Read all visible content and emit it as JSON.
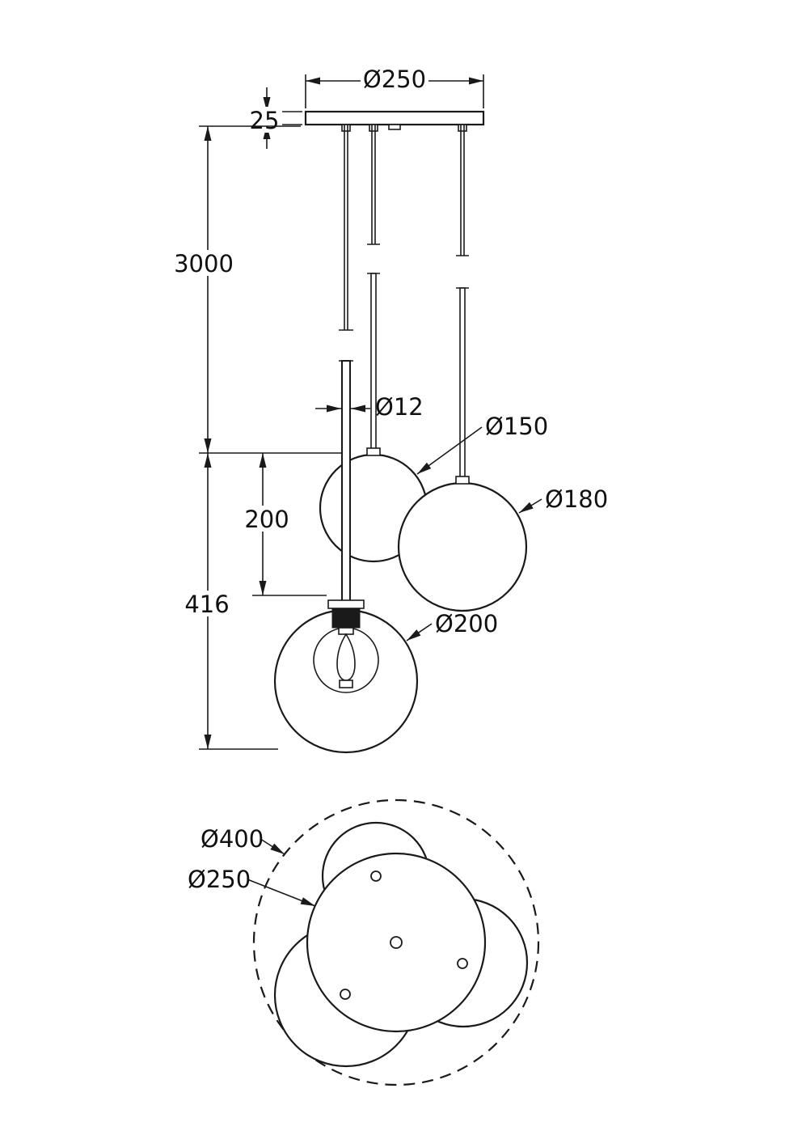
{
  "drawing": {
    "type": "pendant-lamp-dimension-drawing",
    "line_color": "#1a1a1a",
    "background_color": "#ffffff",
    "elevation": {
      "canopy_diameter": "Ø250",
      "canopy_thickness": "25",
      "suspension_length": "3000",
      "globe_offset": "200",
      "fixture_height": "416",
      "rod_diameter": "Ø12",
      "globe_small_diameter": "Ø150",
      "globe_medium_diameter": "Ø180",
      "globe_large_diameter": "Ø200"
    },
    "plan": {
      "overall_diameter": "Ø400",
      "canopy_diameter": "Ø250"
    }
  }
}
